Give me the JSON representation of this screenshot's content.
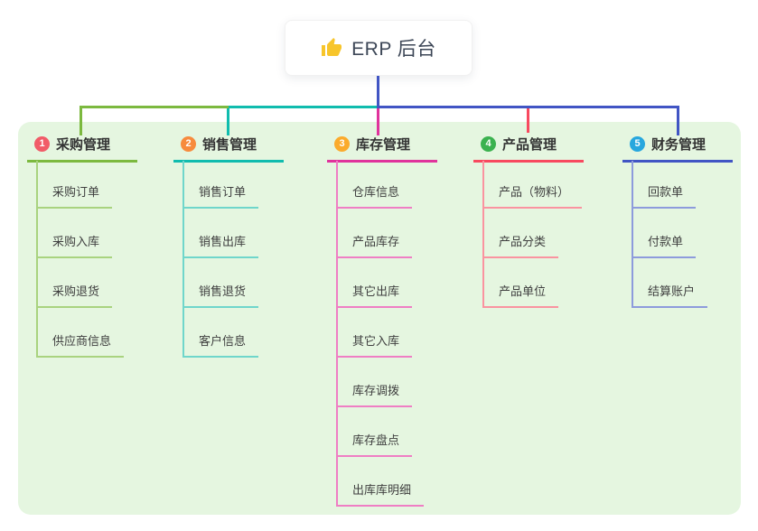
{
  "root": {
    "label": "ERP 后台",
    "icon_color": "#f7c52b",
    "link_color": "#4155c4"
  },
  "panel": {
    "bg": "#e5f6e0"
  },
  "branches": [
    {
      "num": "1",
      "label": "采购管理",
      "color": "#7cb93f",
      "light": "#a9d37f",
      "badge": "#f15b68",
      "children": [
        "采购订单",
        "采购入库",
        "采购退货",
        "供应商信息"
      ]
    },
    {
      "num": "2",
      "label": "销售管理",
      "color": "#10bcae",
      "light": "#6fd6cb",
      "badge": "#f78b3d",
      "children": [
        "销售订单",
        "销售出库",
        "销售退货",
        "客户信息"
      ]
    },
    {
      "num": "3",
      "label": "库存管理",
      "color": "#e0339c",
      "light": "#ef7ec4",
      "badge": "#fbab2c",
      "children": [
        "仓库信息",
        "产品库存",
        "其它出库",
        "其它入库",
        "库存调拨",
        "库存盘点",
        "出库库明细"
      ]
    },
    {
      "num": "4",
      "label": "产品管理",
      "color": "#f8495f",
      "light": "#fa93a0",
      "badge": "#3bb24f",
      "children": [
        "产品（物料）",
        "产品分类",
        "产品单位"
      ]
    },
    {
      "num": "5",
      "label": "财务管理",
      "color": "#4155c4",
      "light": "#8d9bdc",
      "badge": "#27a7de",
      "children": [
        "回款单",
        "付款单",
        "结算账户"
      ]
    }
  ]
}
